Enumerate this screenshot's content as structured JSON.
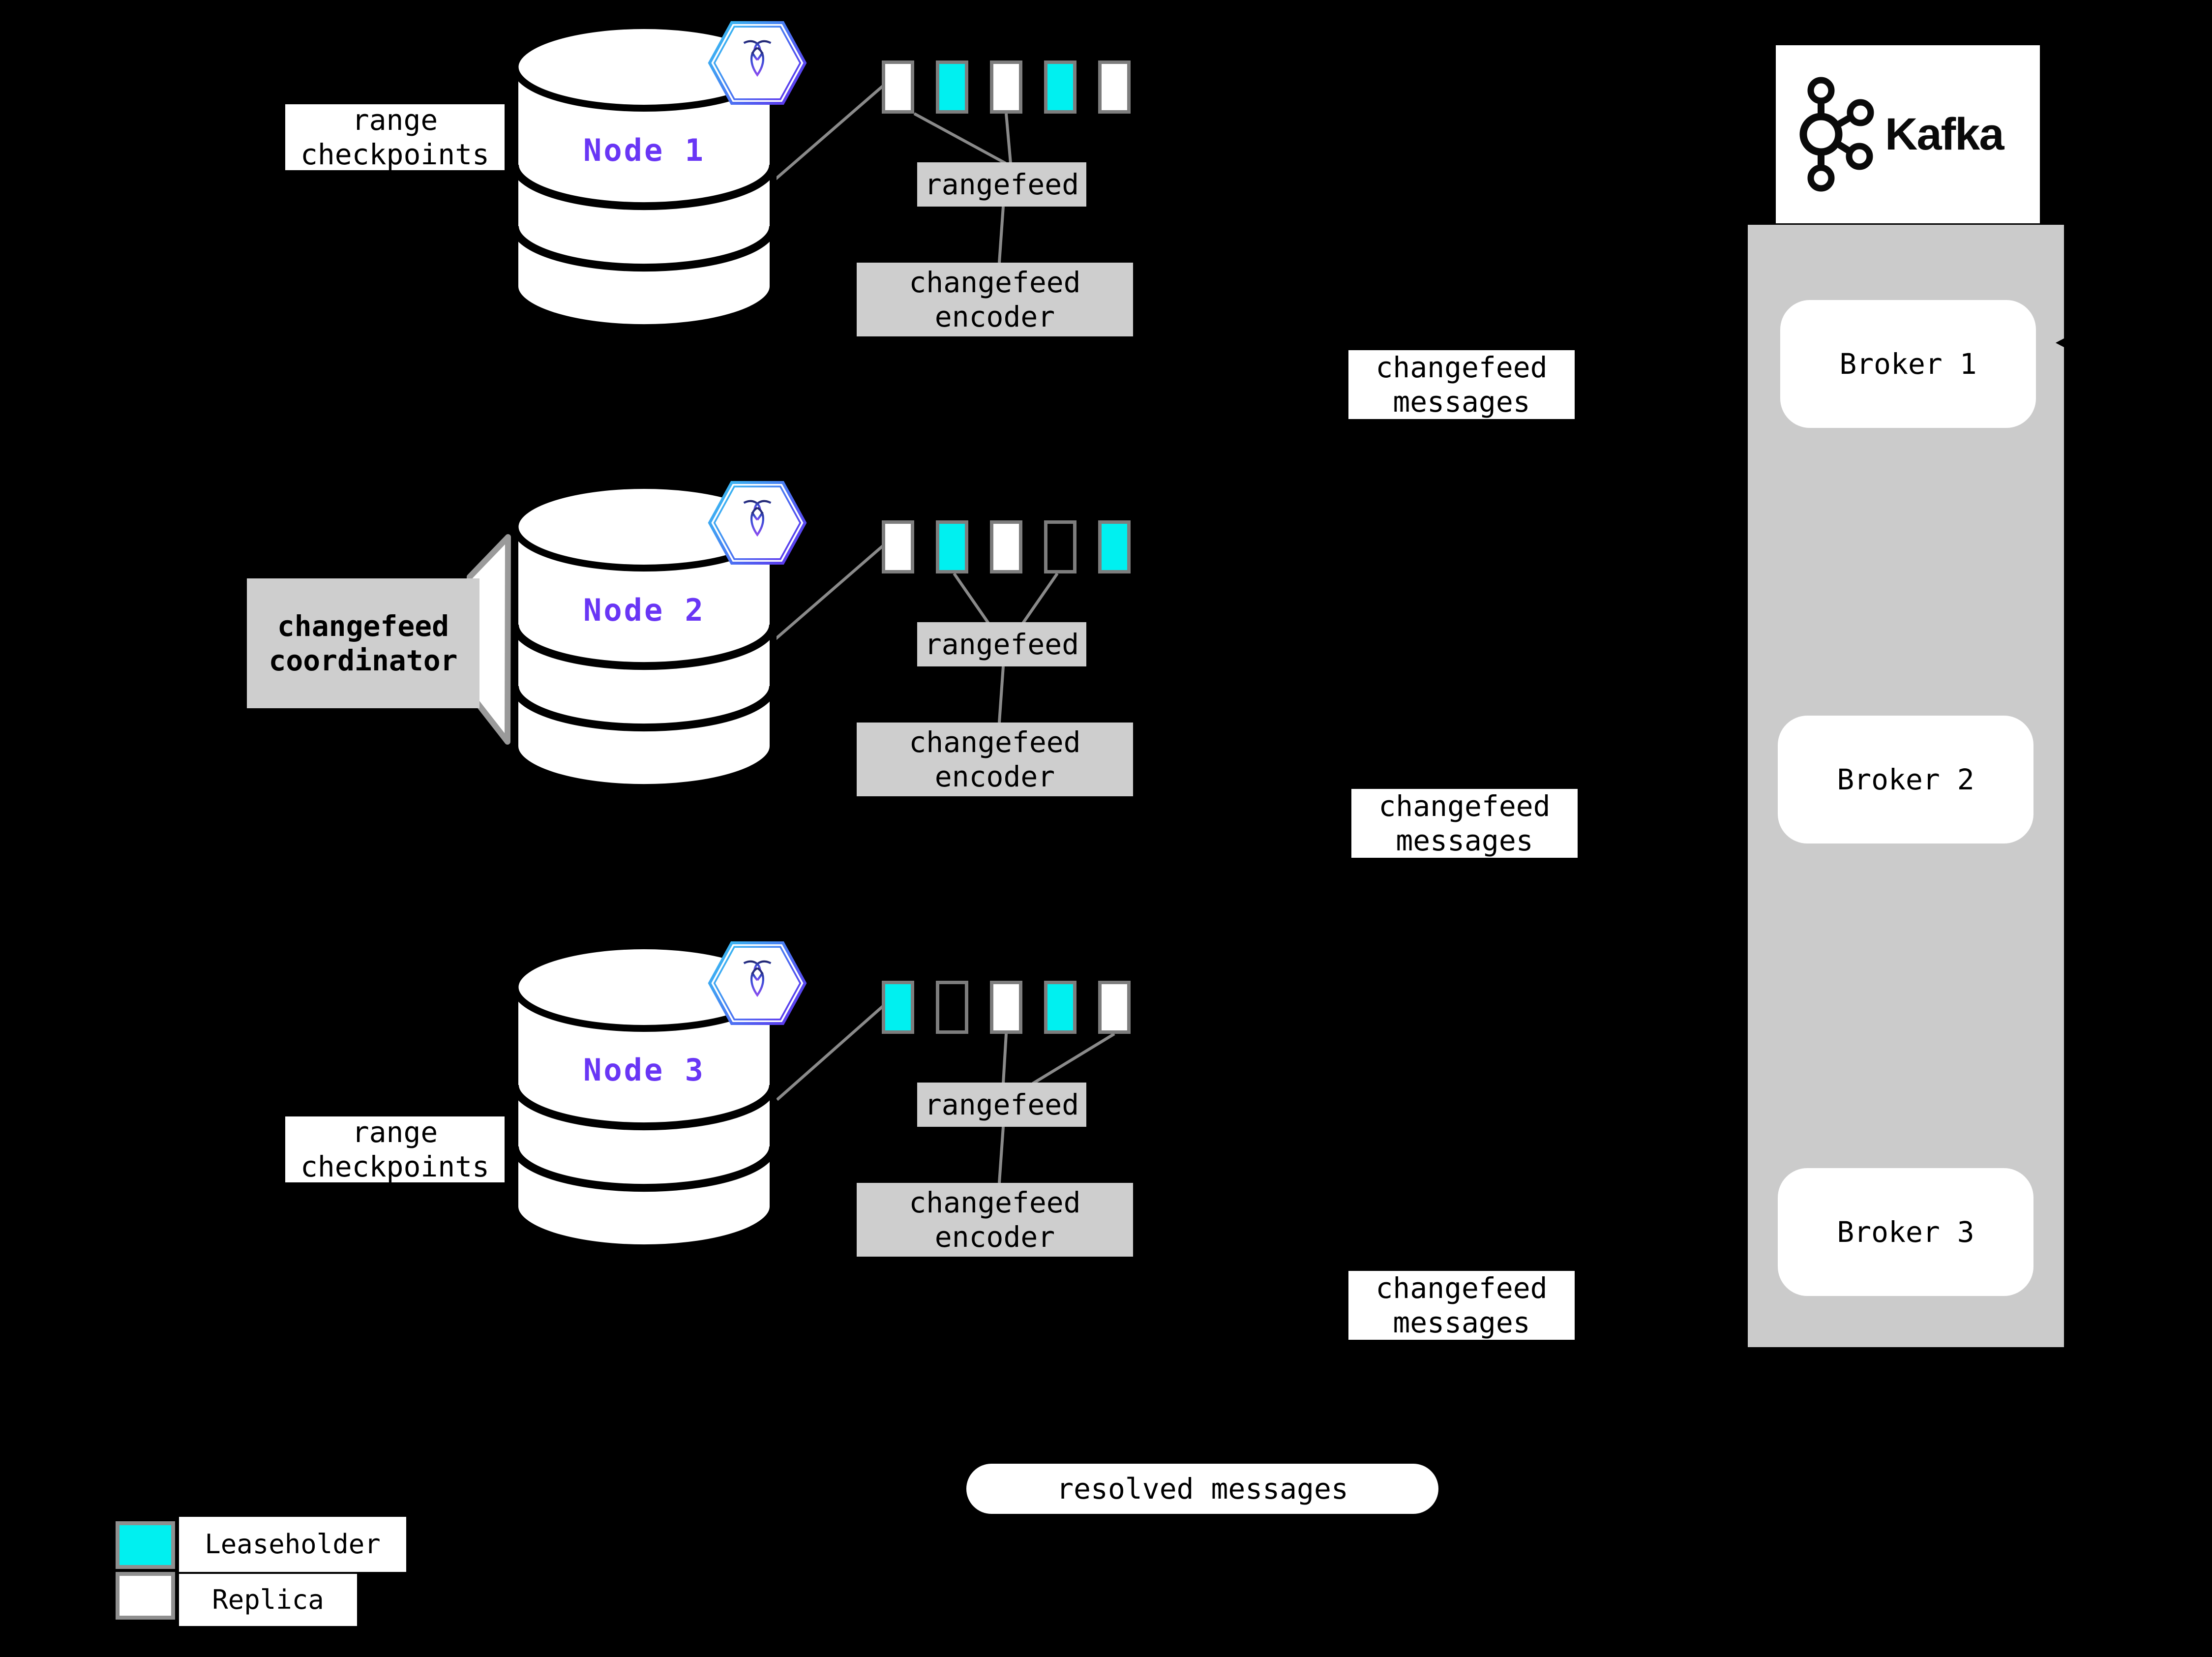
{
  "labels": {
    "range_checkpoints": "range checkpoints",
    "changefeed_coordinator": "changefeed coordinator",
    "rangefeed": "rangefeed",
    "changefeed_encoder": "changefeed encoder",
    "changefeed_messages": "changefeed messages",
    "resolved_messages": "resolved messages"
  },
  "nodes": [
    {
      "name": "Node 1"
    },
    {
      "name": "Node 2"
    },
    {
      "name": "Node 3"
    }
  ],
  "ranges": {
    "node1": [
      "replica",
      "leaseholder",
      "replica",
      "leaseholder",
      "replica"
    ],
    "node2": [
      "replica",
      "leaseholder",
      "replica",
      "empty",
      "leaseholder"
    ],
    "node3": [
      "leaseholder",
      "empty",
      "replica",
      "leaseholder",
      "replica"
    ]
  },
  "kafka": {
    "wordmark": "Kafka",
    "brokers": [
      "Broker 1",
      "Broker 2",
      "Broker 3"
    ]
  },
  "legend": {
    "leaseholder": "Leaseholder",
    "replica": "Replica"
  },
  "colors": {
    "leaseholder": "#00F0F0",
    "replica": "#FFFFFF",
    "empty": "transparent",
    "panel": "#CBCBCB",
    "box_gray": "#CECECE",
    "node_text": "#6936F5",
    "connector": "#8A8A8A",
    "background": "#000000"
  }
}
